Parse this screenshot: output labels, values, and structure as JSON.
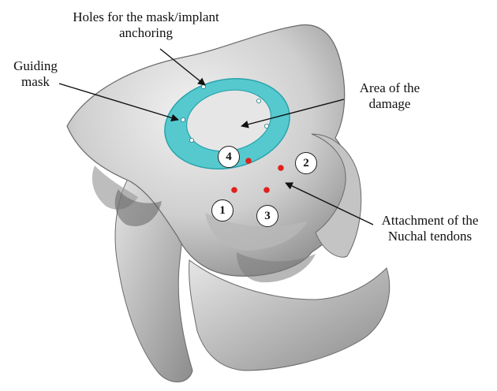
{
  "labels": {
    "holes": [
      "Holes for the mask/implant",
      "anchoring"
    ],
    "guiding_mask": [
      "Guiding",
      "mask"
    ],
    "area_damage": [
      "Area of the",
      "damage"
    ],
    "nuchal": [
      "Attachment of the",
      "Nuchal tendons"
    ]
  },
  "markers": [
    "1",
    "2",
    "3",
    "4"
  ],
  "colors": {
    "mask": "#56c9cf",
    "mask_edge": "#2aa3ab",
    "bone": "#d6d6d6",
    "bone_dark": "#7a7a7a",
    "attachment_point": "#e0201c"
  }
}
